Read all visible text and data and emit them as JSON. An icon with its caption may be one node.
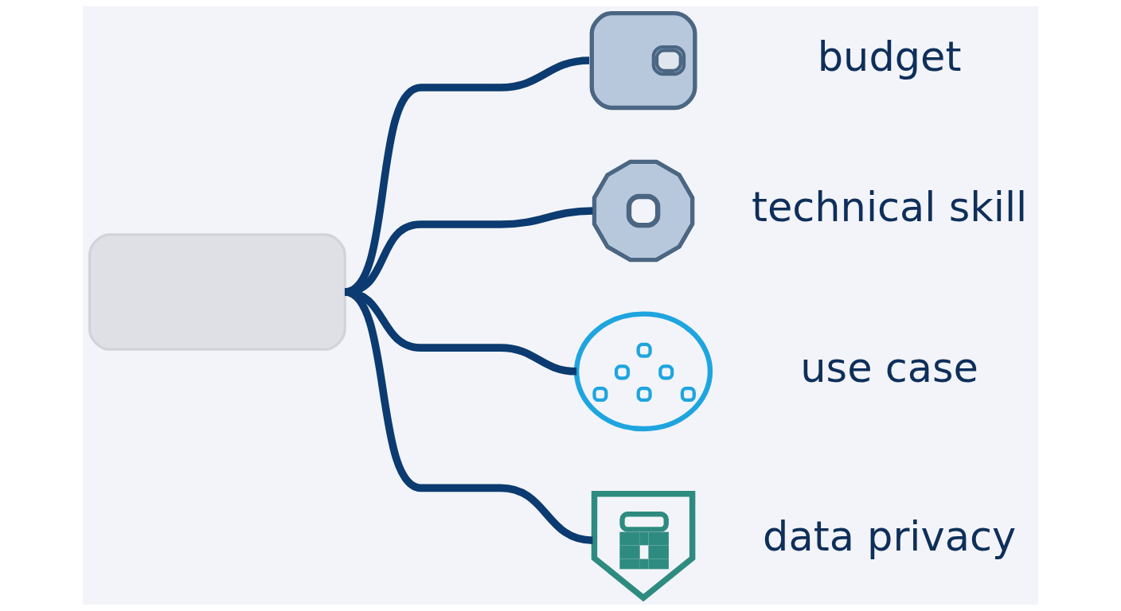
{
  "diagram": {
    "nodes": [
      {
        "text": [],
        "shape": "box"
      },
      {
        "text": [],
        "shape": "picture",
        "beside": [
          "budget"
        ]
      },
      {
        "text": [],
        "shape": "picture",
        "beside": [
          "technical skill"
        ]
      },
      {
        "text": [],
        "shape": "picture",
        "beside": [
          "use case"
        ]
      },
      {
        "text": [],
        "shape": "picture",
        "beside": [
          "data privacy"
        ]
      }
    ],
    "edges": [
      {
        "from": 0,
        "to": 1,
        "arrow": "none"
      },
      {
        "from": 0,
        "to": 2,
        "arrow": "none"
      },
      {
        "from": 0,
        "to": 3,
        "arrow": "none"
      },
      {
        "from": 0,
        "to": 4,
        "arrow": "none"
      }
    ]
  }
}
